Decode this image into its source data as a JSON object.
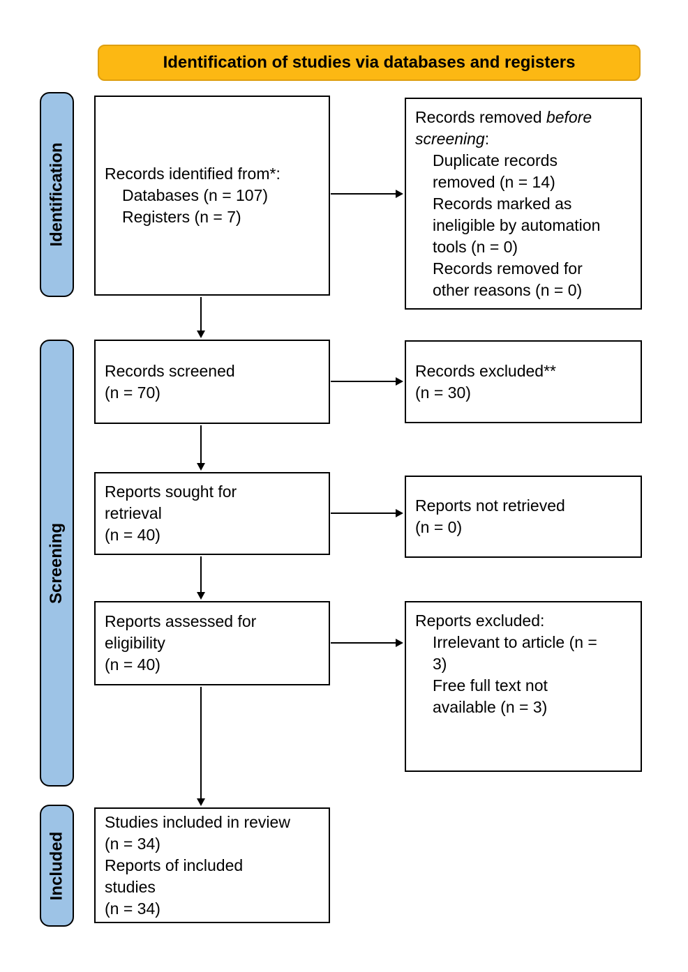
{
  "banner": {
    "title": "Identification of studies via databases and registers"
  },
  "stages": {
    "identification": "Identification",
    "screening": "Screening",
    "included": "Included"
  },
  "boxes": {
    "records_identified": {
      "heading": "Records identified from*:",
      "items": [
        "Databases (n = 107)",
        "Registers (n = 7)"
      ]
    },
    "records_removed": {
      "heading_pre": "Records removed ",
      "heading_italic": "before screening",
      "heading_post": ":",
      "lines": [
        "Duplicate records",
        "removed (n = 14)",
        "Records marked as",
        "ineligible by automation",
        "tools (n = 0)",
        "Records removed for",
        "other reasons (n = 0)"
      ]
    },
    "records_screened": {
      "lines": [
        "Records screened",
        "(n = 70)"
      ]
    },
    "records_excluded": {
      "lines": [
        "Records excluded**",
        "(n = 30)"
      ]
    },
    "reports_sought": {
      "lines": [
        "Reports sought for",
        "retrieval",
        "(n = 40)"
      ]
    },
    "reports_not_retrieved": {
      "lines": [
        "Reports not retrieved",
        "(n = 0)"
      ]
    },
    "reports_assessed": {
      "lines": [
        "Reports assessed for",
        "eligibility",
        "(n = 40)"
      ]
    },
    "reports_excluded": {
      "heading": "Reports excluded:",
      "lines": [
        "Irrelevant to article (n =",
        "3)",
        "Free full text not",
        "available (n = 3)"
      ]
    },
    "studies_included": {
      "lines": [
        "Studies included in review",
        "(n = 34)",
        "Reports of included",
        "studies",
        "(n = 34)"
      ]
    }
  },
  "colors": {
    "banner_fill": "#FCB813",
    "banner_border": "#DE9F10",
    "stage_fill": "#9DC3E6",
    "box_border": "#000000",
    "background": "#FFFFFF"
  }
}
